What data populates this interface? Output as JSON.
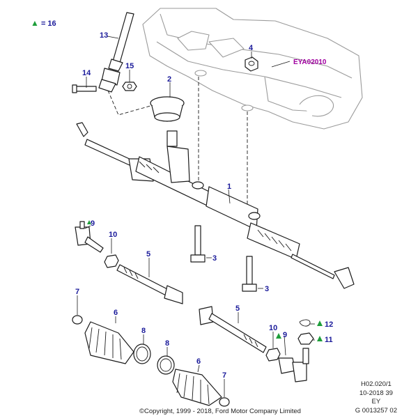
{
  "legend": {
    "symbol": "▲",
    "text": "= 16"
  },
  "reference_label": "EYA02010",
  "callouts": [
    "13",
    "14",
    "15",
    "2",
    "4",
    "1",
    "9",
    "10",
    "5",
    "3",
    "3",
    "7",
    "6",
    "8",
    "8",
    "6",
    "7",
    "5",
    "10",
    "9",
    "12",
    "11"
  ],
  "marked_callouts": [
    "9",
    "9",
    "12",
    "11"
  ],
  "footer": {
    "codes": [
      "H02.020/1",
      "10-2018 39",
      "EY",
      "G 0013257 02"
    ],
    "copyright": "©Copyright, 1999 - 2018, Ford Motor Company Limited"
  },
  "colors": {
    "callout": "#1a1a9a",
    "marker": "#1e9e3a",
    "reference": "#a000a0"
  }
}
